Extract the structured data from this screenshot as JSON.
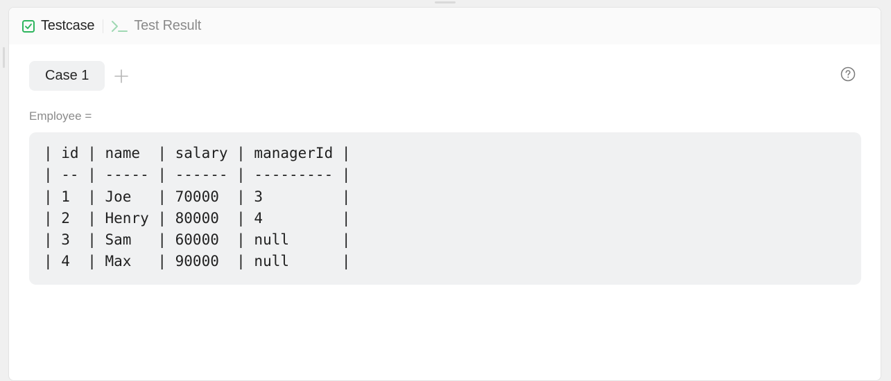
{
  "tabs": {
    "testcase_label": "Testcase",
    "test_result_label": "Test Result",
    "testcase_icon": "checkbox-icon",
    "test_result_icon": "terminal-icon"
  },
  "cases": {
    "case1_label": "Case 1",
    "add_icon": "plus-icon",
    "help_icon": "question-circle-icon"
  },
  "input": {
    "variable_label": "Employee =",
    "lines": [
      "| id | name  | salary | managerId |",
      "| -- | ----- | ------ | --------- |",
      "| 1  | Joe   | 70000  | 3         |",
      "| 2  | Henry | 80000  | 4         |",
      "| 3  | Sam   | 60000  | null      |",
      "| 4  | Max   | 90000  | null      |"
    ]
  },
  "colors": {
    "accent_green": "#2db55d",
    "terminal_green": "#9fd8b3",
    "panel_bg": "#ffffff",
    "code_bg": "#f0f1f2"
  }
}
